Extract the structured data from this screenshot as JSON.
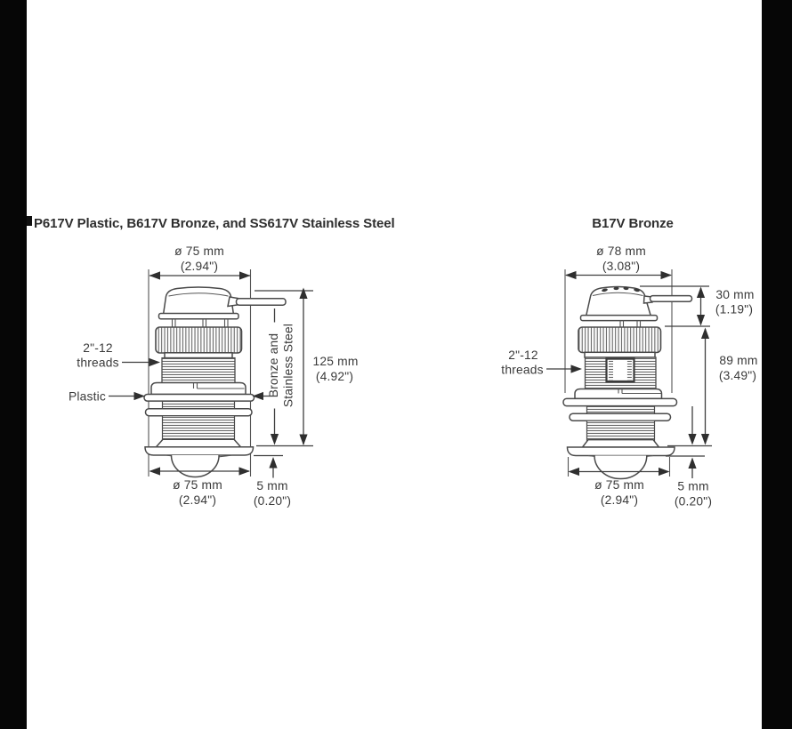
{
  "left_figure": {
    "title": "P617V Plastic, B617V Bronze, and SS617V Stainless Steel",
    "top_diameter_mm": "ø 75 mm",
    "top_diameter_in": "(2.94\")",
    "height_mm": "125 mm",
    "height_in": "(4.92\")",
    "thread_label_1": "2\"-12",
    "thread_label_2": "threads",
    "plastic_label": "Plastic",
    "material_label_1": "Bronze and",
    "material_label_2": "Stainless Steel",
    "bottom_diameter_mm": "ø 75 mm",
    "bottom_diameter_in": "(2.94\")",
    "flange_mm": "5 mm",
    "flange_in": "(0.20\")"
  },
  "right_figure": {
    "title": "B17V Bronze",
    "top_diameter_mm": "ø 78 mm",
    "top_diameter_in": "(3.08\")",
    "cap_height_mm": "30 mm",
    "cap_height_in": "(1.19\")",
    "body_height_mm": "89 mm",
    "body_height_in": "(3.49\")",
    "thread_label_1": "2\"-12",
    "thread_label_2": "threads",
    "bottom_diameter_mm": "ø 75 mm",
    "bottom_diameter_in": "(2.94\")",
    "flange_mm": "5 mm",
    "flange_in": "(0.20\")"
  },
  "colors": {
    "background": "#ffffff",
    "edge_bar": "#060606",
    "line_work": "#4a4a4a",
    "text": "#3a3a3a"
  }
}
